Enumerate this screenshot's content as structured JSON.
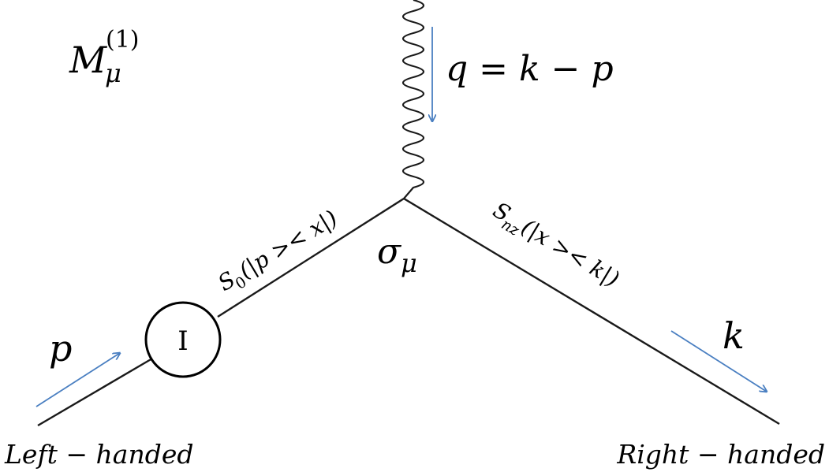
{
  "diagram": {
    "title": {
      "base": "M",
      "sub": "μ",
      "sup": "(1)"
    },
    "momentum_transfer": "q = k − p",
    "vertex_label": {
      "base": "σ",
      "sub": "μ"
    },
    "left_propagator": {
      "base": "S",
      "sub": "0",
      "arg": "(|p >< x|)"
    },
    "right_propagator": {
      "base": "S",
      "sub": "nz",
      "arg": "(|x >< k|)"
    },
    "insertion_label": "I",
    "incoming_momentum": "p",
    "outgoing_momentum": "k",
    "left_leg_label": "Left − handed",
    "right_leg_label": "Right − handed",
    "colors": {
      "lines": "#1a1a1a",
      "momentum_arrows": "#4a7fc1",
      "background": "#ffffff"
    }
  }
}
